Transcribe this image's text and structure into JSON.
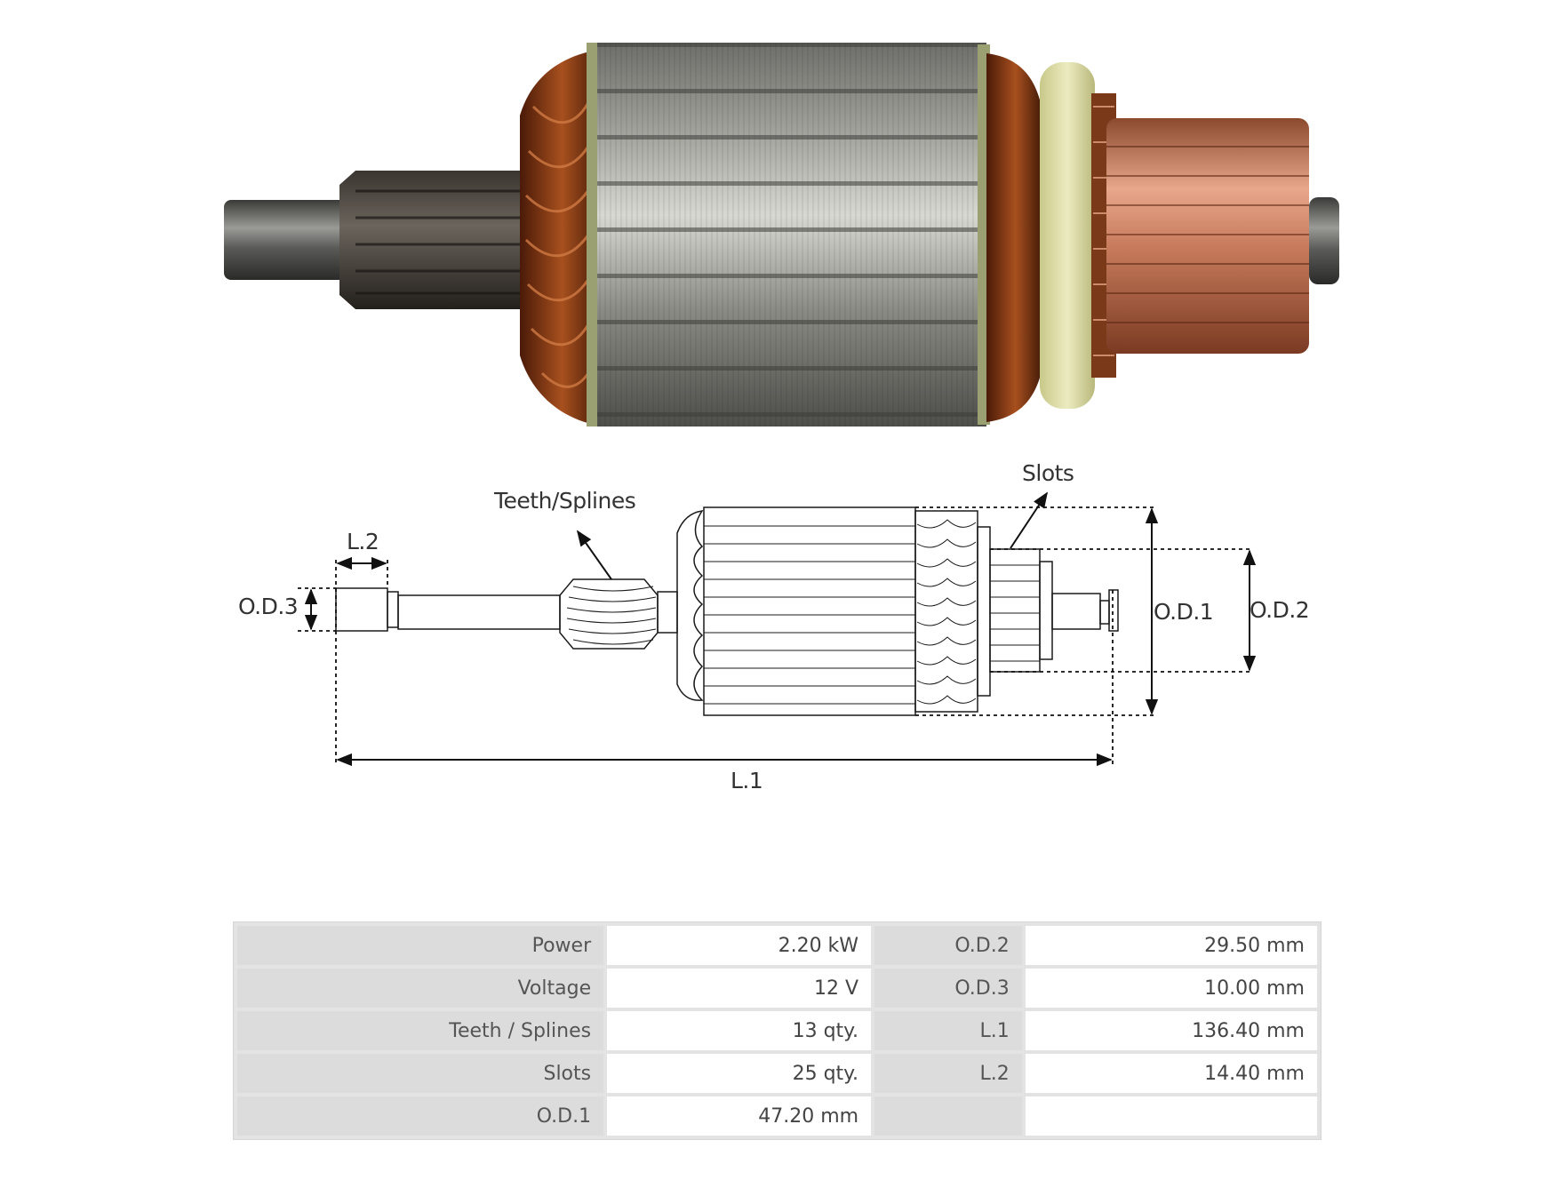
{
  "diagram": {
    "teeth_splines": "Teeth/Splines",
    "slots": "Slots",
    "od1": "O.D.1",
    "od2": "O.D.2",
    "od3": "O.D.3",
    "l1": "L.1",
    "l2": "L.2"
  },
  "specs": {
    "rows": [
      {
        "l1": "Power",
        "v1": "2.20 kW",
        "l2": "O.D.2",
        "v2": "29.50 mm"
      },
      {
        "l1": "Voltage",
        "v1": "12 V",
        "l2": "O.D.3",
        "v2": "10.00 mm"
      },
      {
        "l1": "Teeth / Splines",
        "v1": "13 qty.",
        "l2": "L.1",
        "v2": "136.40 mm"
      },
      {
        "l1": "Slots",
        "v1": "25 qty.",
        "l2": "L.2",
        "v2": "14.40 mm"
      },
      {
        "l1": "O.D.1",
        "v1": "47.20 mm",
        "l2": "",
        "v2": ""
      }
    ]
  }
}
